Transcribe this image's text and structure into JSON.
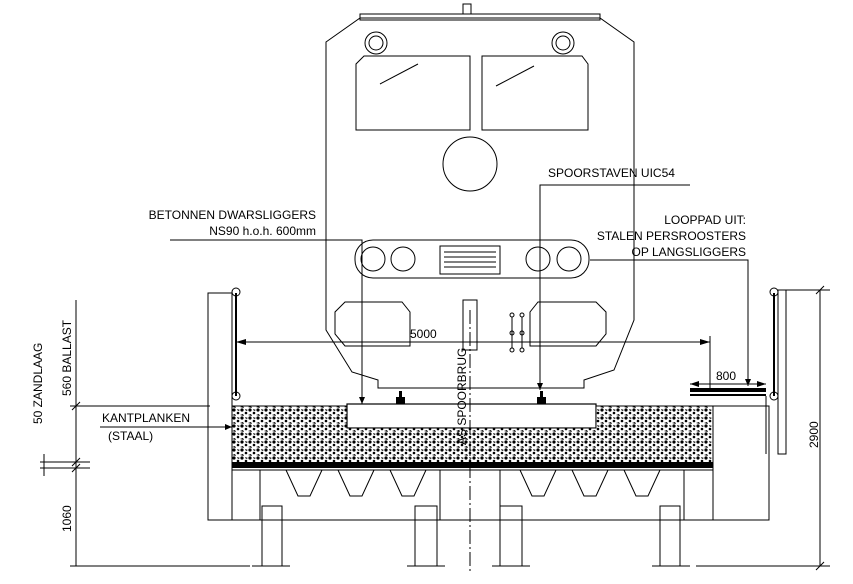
{
  "labels": {
    "betonnen_1": "BETONNEN DWARSLIGGERS",
    "betonnen_2": "NS90 h.o.h. 600mm",
    "spoorstaven": "SPOORSTAVEN UIC54",
    "looppad_1": "LOOPPAD UIT:",
    "looppad_2": "STALEN PERSROOSTERS",
    "looppad_3": "OP LANGSLIGGERS",
    "kantplanken_1": "KANTPLANKEN",
    "kantplanken_2": "(STAAL)",
    "as_spoorbrug": "AS SPOORBRUG"
  },
  "dimensions": {
    "width_track": "5000",
    "width_walkway": "800",
    "ballast": "560 BALLAST",
    "zandlaag": "50 ZANDLAAG",
    "deck": "1060",
    "total_height": "2900"
  }
}
